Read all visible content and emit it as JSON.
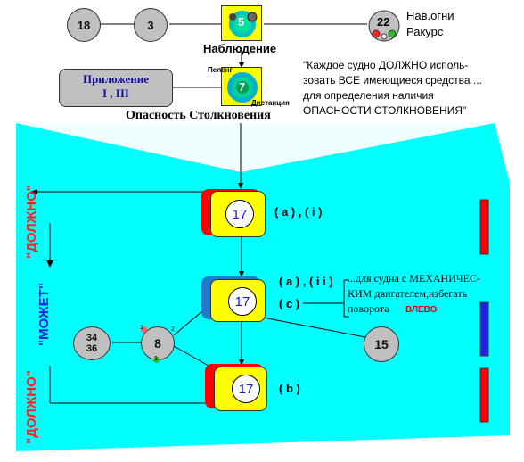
{
  "top": {
    "circle_a": "18",
    "circle_b": "3",
    "observe_icon_num": "5",
    "observe_label": "Наблюдение",
    "nav_icon_num": "22",
    "nav_label_line1": "Нав.огни",
    "nav_label_line2": "Ракурс",
    "app_box_line1": "Приложение",
    "app_box_line2": "I , III",
    "radar_top_label": "Пеленг",
    "radar_right_label": "Дистанция",
    "radar_num": "7",
    "danger_label": "Опасность  Столкновения",
    "quote_line1": "\"Каждое судно ДОЛЖНО исполь-",
    "quote_line2": "зовать ВСЕ имеющиеся средства ...",
    "quote_line3": "для определения наличия",
    "quote_line4": "ОПАСНОСТИ  СТОЛКНОВЕНИЯ\""
  },
  "main": {
    "must_top": "\"ДОЛЖНО\"",
    "may": "\"МОЖЕТ\"",
    "must_bottom": "\"ДОЛЖНО\"",
    "card1_num": "17",
    "card1_label": "( a ) , ( i )",
    "card2_num": "17",
    "card2_label_1": "( a ) , ( i i )",
    "card2_label_2": "( c )",
    "note_line1": "...для судна с МЕХАНИЧЕС-",
    "note_line2": "КИМ двигателем,избегать",
    "note_line3": "поворота",
    "note_left": "ВЛЕВО",
    "card3_num": "17",
    "card3_label": "( b )",
    "circle_3436_top": "34",
    "circle_3436_bottom": "36",
    "circle_8": "8",
    "circle_8_dot1": "1",
    "circle_8_dot2": "2",
    "circle_8_dot3": "3",
    "circle_15": "15"
  },
  "colors": {
    "cyan": "#00ffff",
    "yellow": "#ffff00",
    "red": "#ff0000",
    "blue": "#1f7ad0",
    "status_blue": "#2020e0"
  }
}
